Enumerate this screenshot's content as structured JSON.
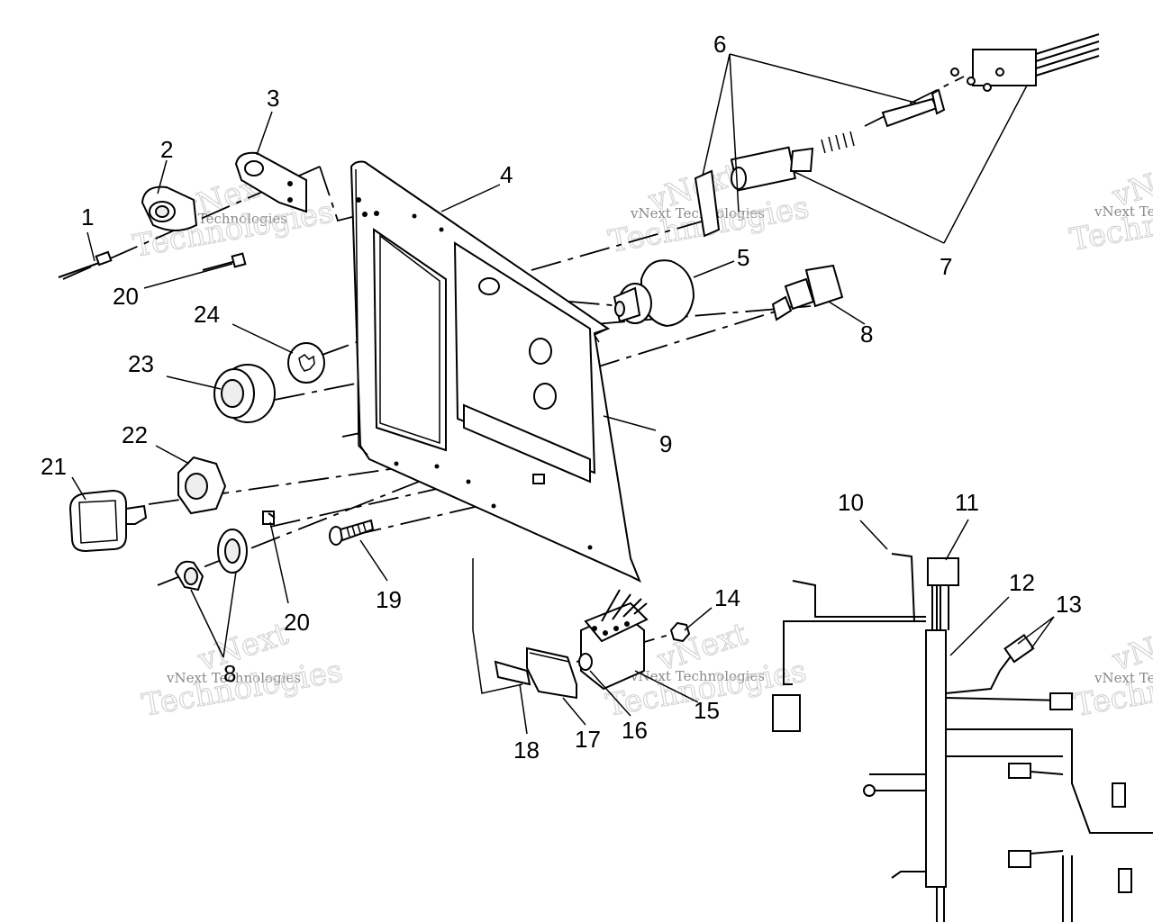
{
  "callouts": [
    "1",
    "2",
    "3",
    "4",
    "5",
    "6",
    "7",
    "8",
    "9",
    "10",
    "11",
    "12",
    "13",
    "14",
    "15",
    "16",
    "17",
    "18",
    "19",
    "20",
    "21",
    "22",
    "23",
    "24"
  ],
  "callout_8_second": "8",
  "callout_20_second": "20",
  "watermark": {
    "brand": "vNext",
    "company": "vNext Technologies",
    "word": "Technologies"
  }
}
